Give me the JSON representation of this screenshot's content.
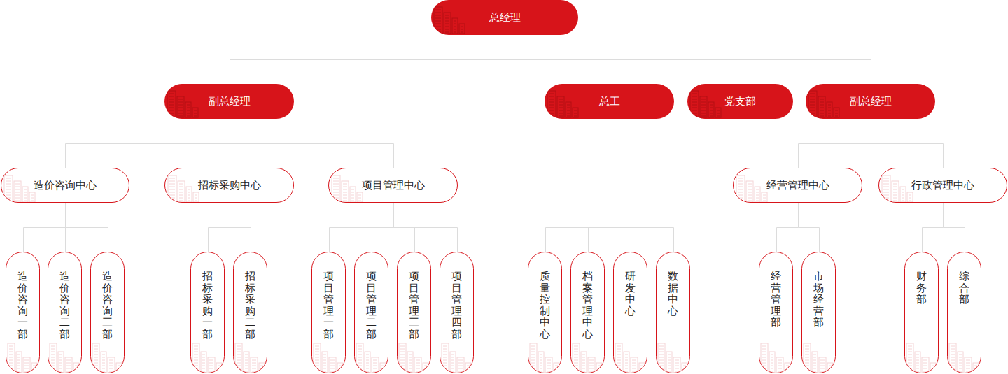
{
  "diagram": {
    "nodes": [
      {
        "text": [
          "总经理"
        ]
      },
      {
        "text": [
          "副总经理"
        ]
      },
      {
        "text": [
          "总工"
        ]
      },
      {
        "text": [
          "党支部"
        ]
      },
      {
        "text": [
          "副总经理"
        ]
      },
      {
        "text": [
          "造价咨询中心"
        ]
      },
      {
        "text": [
          "招标采购中心"
        ]
      },
      {
        "text": [
          "项目管理中心"
        ]
      },
      {
        "text": [
          "经营管理中心"
        ]
      },
      {
        "text": [
          "行政管理中心"
        ]
      },
      {
        "text": [
          "造价咨询一部"
        ]
      },
      {
        "text": [
          "造价咨询二部"
        ]
      },
      {
        "text": [
          "造价咨询三部"
        ]
      },
      {
        "text": [
          "招标采购一部"
        ]
      },
      {
        "text": [
          "招标采购二部"
        ]
      },
      {
        "text": [
          "项目管理一部"
        ]
      },
      {
        "text": [
          "项目管理二部"
        ]
      },
      {
        "text": [
          "项目管理三部"
        ]
      },
      {
        "text": [
          "项目管理四部"
        ]
      },
      {
        "text": [
          "质量控制中心"
        ]
      },
      {
        "text": [
          "档案管理中心"
        ]
      },
      {
        "text": [
          "研发中心"
        ]
      },
      {
        "text": [
          "数据中心"
        ]
      },
      {
        "text": [
          "经营管理部"
        ]
      },
      {
        "text": [
          "市场经营部"
        ]
      },
      {
        "text": [
          "财务部"
        ]
      },
      {
        "text": [
          "综合部"
        ]
      }
    ],
    "edges": [
      {
        "from": 0,
        "to": 1,
        "arrow": "none"
      },
      {
        "from": 0,
        "to": 2,
        "arrow": "none"
      },
      {
        "from": 0,
        "to": 3,
        "arrow": "none"
      },
      {
        "from": 0,
        "to": 4,
        "arrow": "none"
      },
      {
        "from": 1,
        "to": 5,
        "arrow": "none"
      },
      {
        "from": 1,
        "to": 6,
        "arrow": "none"
      },
      {
        "from": 1,
        "to": 7,
        "arrow": "none"
      },
      {
        "from": 4,
        "to": 8,
        "arrow": "none"
      },
      {
        "from": 4,
        "to": 9,
        "arrow": "none"
      },
      {
        "from": 5,
        "to": 10,
        "arrow": "none"
      },
      {
        "from": 5,
        "to": 11,
        "arrow": "none"
      },
      {
        "from": 5,
        "to": 12,
        "arrow": "none"
      },
      {
        "from": 6,
        "to": 13,
        "arrow": "none"
      },
      {
        "from": 6,
        "to": 14,
        "arrow": "none"
      },
      {
        "from": 7,
        "to": 15,
        "arrow": "none"
      },
      {
        "from": 7,
        "to": 16,
        "arrow": "none"
      },
      {
        "from": 7,
        "to": 17,
        "arrow": "none"
      },
      {
        "from": 7,
        "to": 18,
        "arrow": "none"
      },
      {
        "from": 2,
        "to": 19,
        "arrow": "none"
      },
      {
        "from": 2,
        "to": 20,
        "arrow": "none"
      },
      {
        "from": 2,
        "to": 21,
        "arrow": "none"
      },
      {
        "from": 2,
        "to": 22,
        "arrow": "none"
      },
      {
        "from": 8,
        "to": 23,
        "arrow": "none"
      },
      {
        "from": 8,
        "to": 24,
        "arrow": "none"
      },
      {
        "from": 9,
        "to": 25,
        "arrow": "none"
      },
      {
        "from": 9,
        "to": 26,
        "arrow": "none"
      }
    ]
  }
}
